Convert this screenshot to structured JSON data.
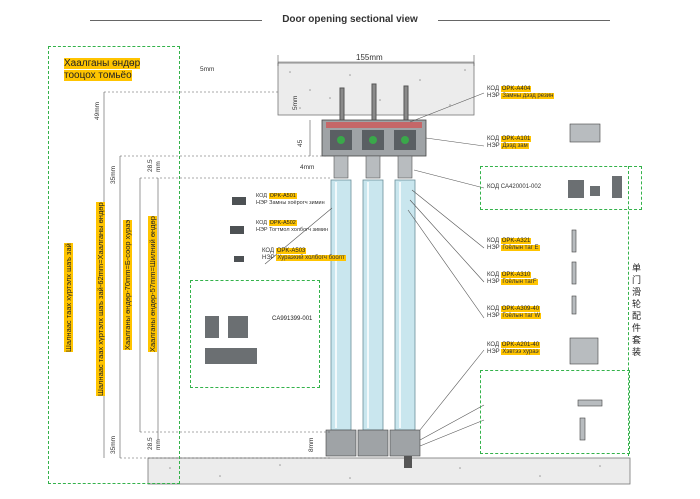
{
  "title": "Door opening sectional view",
  "left_panel": {
    "heading": [
      "Хаалганы өндөр",
      "тооцох томьёо"
    ],
    "formula_1": "Шалнаас таах хүртэлх шаъ зай",
    "formula_2": "Шалнаас таах хүртэлх шаъ зай-62mm=Хаалганы өндөр",
    "formula_3": "Хаалганы өндөр-70mm=Б-соор хураэ",
    "formula_4": "Хаалганы өндөр-57mm=Шилний өндөр"
  },
  "dimensions": {
    "width": "155mm",
    "top_5mm": "5mm",
    "right_5mm": "5mm",
    "d49": "49mm",
    "d45": "45",
    "d4": "4mm",
    "d35": "35mm",
    "d28_5": "28.5",
    "d_mm": "mm",
    "b35": "35mm",
    "b28_5": "28.5",
    "b_mm": "mm",
    "b8": "8mm"
  },
  "callouts": [
    {
      "code_label": "КОД",
      "code": "OPK-A404",
      "name_label": "НЭР",
      "name": "Замны дээд резин"
    },
    {
      "code_label": "КОД",
      "code": "OPK-A101",
      "name_label": "НЭР",
      "name": "Дээд зам"
    },
    {
      "code_label": "КОД",
      "code": "CA420001-002"
    },
    {
      "code_label": "КОД",
      "code": "OPK-A321",
      "name_label": "НЭР",
      "name": "Гоёлын таг Е"
    },
    {
      "code_label": "КОД",
      "code": "OPK-A310",
      "name_label": "НЭР",
      "name": "Гоёлын тагF"
    },
    {
      "code_label": "КОД",
      "code": "OPK-A309-40",
      "name_label": "НЭР",
      "name": "Гоёлын таг W"
    },
    {
      "code_label": "КОД",
      "code": "OPK-A201-40",
      "name_label": "НЭР",
      "name": "Хэвтээ хураэ"
    }
  ],
  "small_callouts": [
    {
      "code_label": "КОД",
      "code": "OPK-A501",
      "name_label": "НЭР",
      "name": "Замны хоёрогч зимин"
    },
    {
      "code_label": "КОД",
      "code": "OPK-A502",
      "name_label": "НЭР",
      "name": "Тогтмол холбогч зимин"
    },
    {
      "code_label": "КОД",
      "code": "OPK-A503",
      "name_label": "НЭР",
      "name": "Хураэхий холбогч боолт"
    }
  ],
  "kit_code": "CA991399-001",
  "chinese_label": "单门滑轮配件套装",
  "colors": {
    "accent": "#ffc400",
    "dash": "#33b24a",
    "glass": "#c9e6ee"
  }
}
